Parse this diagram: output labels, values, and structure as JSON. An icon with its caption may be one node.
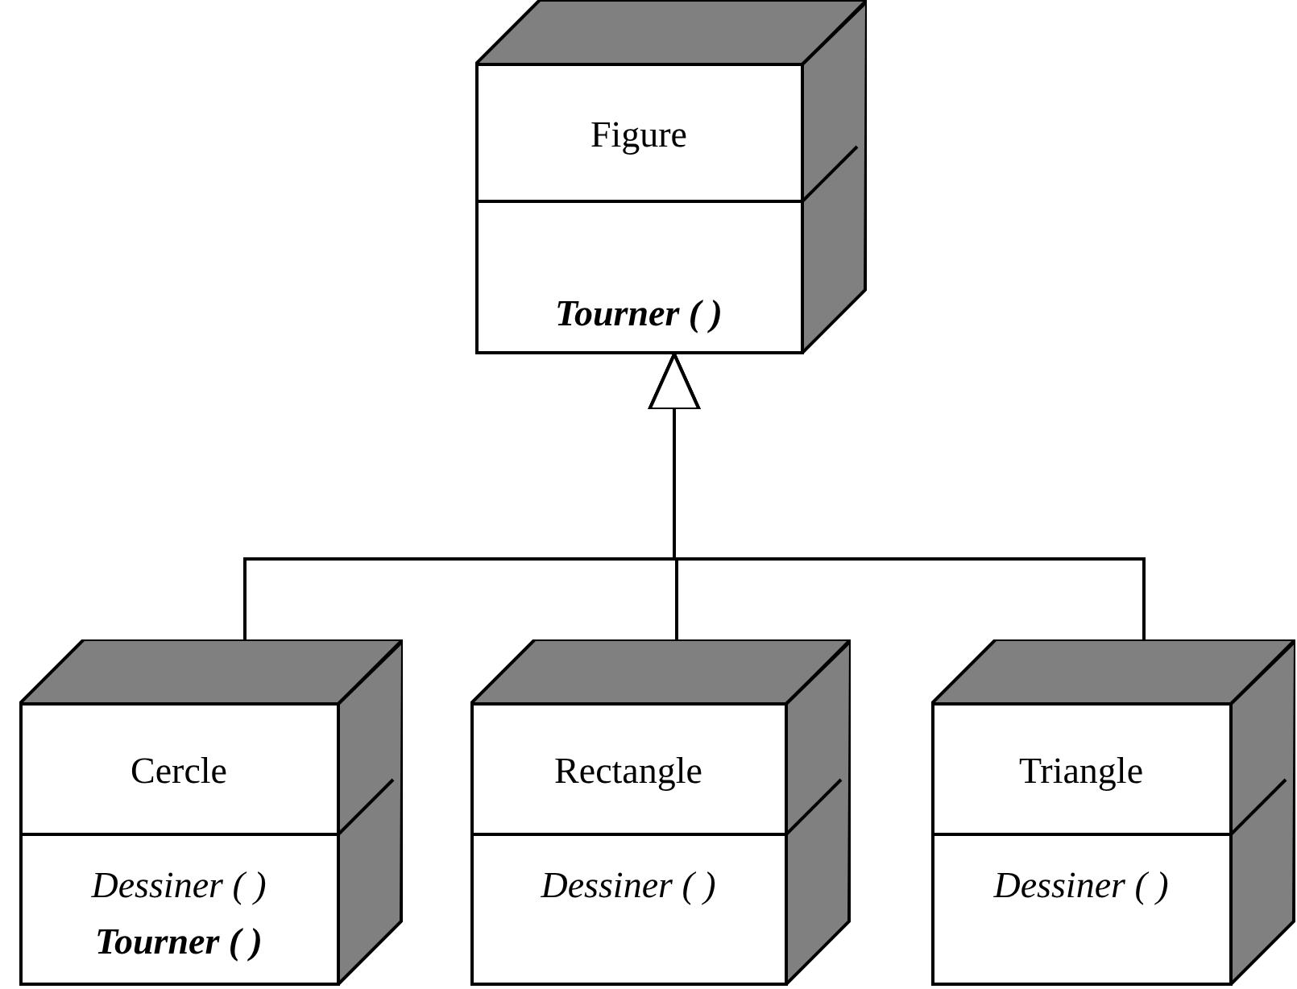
{
  "diagram": {
    "nodes": [
      {
        "text": [
          "Figure",
          "Tourner ( )"
        ]
      },
      {
        "text": [
          "Cercle",
          "Dessiner ( ) **Tourner ( )**"
        ]
      },
      {
        "text": [
          "Rectangle",
          "Dessiner ( )"
        ]
      },
      {
        "text": [
          "Triangle",
          "Dessiner ( )"
        ]
      }
    ],
    "edges": [
      {
        "from": 1,
        "to": 0,
        "arrow": "to"
      },
      {
        "from": 2,
        "to": 0,
        "arrow": "to"
      },
      {
        "from": 3,
        "to": 0,
        "arrow": "to"
      }
    ]
  }
}
